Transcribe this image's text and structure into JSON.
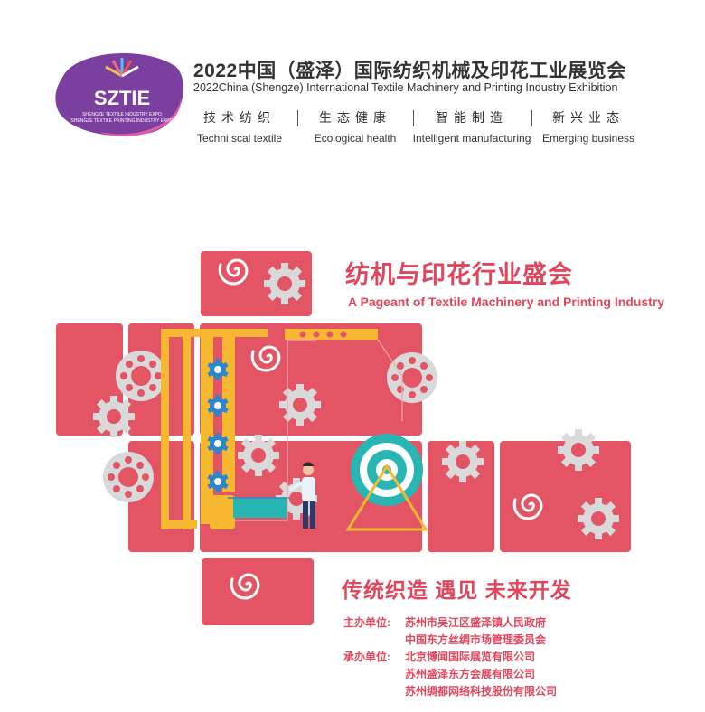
{
  "header": {
    "logo_text": "SZTIE",
    "logo_sub_1": "SHENGZE TEXTILE INDUSTRY EXPO",
    "logo_sub_2": "SHENGZE TEXTILE PRINTING INDUSTRY EXPO",
    "title_cn": "2022中国（盛泽）国际纺织机械及印花工业展览会",
    "title_en": "2022China (Shengze) International Textile Machinery and Printing Industry Exhibition"
  },
  "themes": [
    {
      "cn": "技术纺织",
      "en": "Techni scal textile"
    },
    {
      "cn": "生态健康",
      "en": "Ecological health"
    },
    {
      "cn": "智能制造",
      "en": "Intelligent manufacturing"
    },
    {
      "cn": "新兴业态",
      "en": "Emerging business"
    }
  ],
  "slogan": {
    "cn": "纺机与印花行业盛会",
    "en": "A Pageant of Textile Machinery and Printing Industry"
  },
  "tagline": "传统织造 遇见 未来开发",
  "organizers": {
    "host_label": "主办单位:",
    "hosts": [
      "苏州市吴江区盛泽镇人民政府",
      "中国东方丝绸市场管理委员会"
    ],
    "organizer_label": "承办单位:",
    "organizer_list": [
      "北京博闻国际展览有限公司",
      "苏州盛泽东方会展有限公司",
      "苏州绸都网络科技股份有限公司"
    ]
  },
  "colors": {
    "accent": "#e0465c",
    "tile": "#e35465",
    "gear": "#d9d9d9",
    "machine_yellow": "#f7b731",
    "machine_blue": "#2c86c9",
    "teal": "#29b6b2",
    "logo_purple": "#7b3fa0",
    "logo_pink": "#e05ba6"
  }
}
